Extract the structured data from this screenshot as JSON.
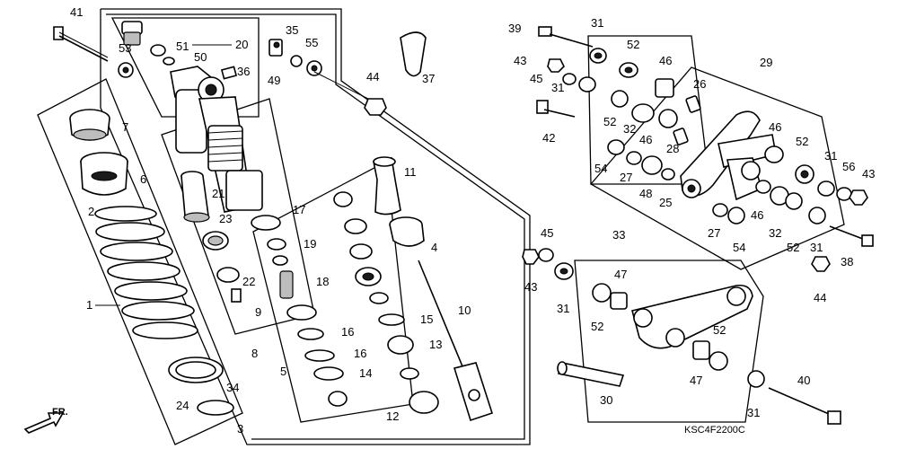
{
  "diagram": {
    "drawing_code": "KSC4F2200C",
    "front_marker": "FR.",
    "callouts": {
      "c41": "41",
      "c53": "53",
      "c51": "51",
      "c20": "20",
      "c50": "50",
      "c36": "36",
      "c49": "49",
      "c35": "35",
      "c55": "55",
      "c44a": "44",
      "c37": "37",
      "c7": "7",
      "c6": "6",
      "c2": "2",
      "c1": "1",
      "c21": "21",
      "c23": "23",
      "c17": "17",
      "c19": "19",
      "c22": "22",
      "c9": "9",
      "c8": "8",
      "c18": "18",
      "c16a": "16",
      "c16b": "16",
      "c5": "5",
      "c14": "14",
      "c11": "11",
      "c4": "4",
      "c10": "10",
      "c15": "15",
      "c13": "13",
      "c12": "12",
      "c34": "34",
      "c24": "24",
      "c3": "3",
      "c39": "39",
      "c31a": "31",
      "c52a": "52",
      "c46a": "46",
      "c43a": "43",
      "c45a": "45",
      "c31b": "31",
      "c26": "26",
      "c29": "29",
      "c42": "42",
      "c52b": "52",
      "c32a": "32",
      "c46b": "46",
      "c28": "28",
      "c46c": "46",
      "c54a": "54",
      "c27a": "27",
      "c48": "48",
      "c25": "25",
      "c52c": "52",
      "c31c": "31",
      "c56": "56",
      "c43b": "43",
      "c27b": "27",
      "c54b": "54",
      "c46d": "46",
      "c32b": "32",
      "c52d": "52",
      "c31d": "31",
      "c38": "38",
      "c44b": "44",
      "c45b": "45",
      "c43c": "43",
      "c33": "33",
      "c47a": "47",
      "c31e": "31",
      "c52e": "52",
      "c52f": "52",
      "c47b": "47",
      "c30": "30",
      "c40": "40",
      "c31f": "31"
    }
  }
}
